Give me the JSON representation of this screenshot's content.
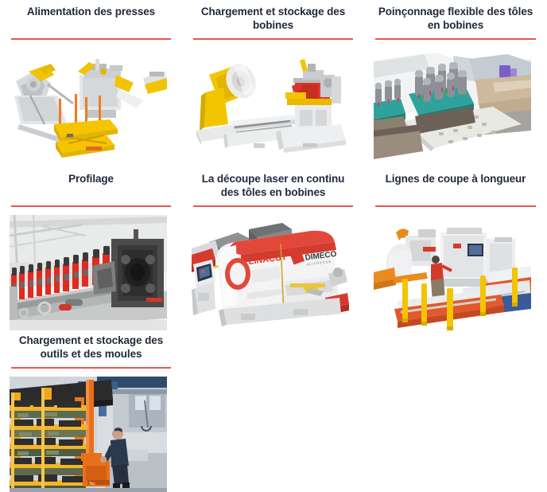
{
  "page": {
    "accent_rule_color": "#ef5350",
    "title_color": "#23293d",
    "background": "#ffffff"
  },
  "cards": [
    {
      "id": "alimentation-des-presses",
      "title": "Alimentation des presses",
      "image_alt": "Ligne d'alimentation de presse avec dérouleur et table élévatrice jaune",
      "image_name": "press-feeding-line-photo"
    },
    {
      "id": "chargement-stockage-bobines",
      "title": "Chargement et stockage des bobines",
      "image_alt": "Retourneur de bobines jaune et dérouleur motorisé",
      "image_name": "coil-loading-storage-photo"
    },
    {
      "id": "poinconnage-flexible",
      "title": "Poinçonnage flexible des tôles en bobines",
      "image_alt": "Modules de poinçonnage flexible sur tôle perforée",
      "image_name": "flexible-punching-photo"
    },
    {
      "id": "profilage",
      "title": "Profilage",
      "image_alt": "Ligne de profilage à galets avec colonnes rouges",
      "image_name": "roll-forming-photo"
    },
    {
      "id": "decoupe-laser-continu",
      "title": "La découpe laser en continu des tôles en bobines",
      "image_alt": "Machine de découpe laser LINACUT DIMECO rouge et blanche",
      "image_name": "laser-cutting-photo"
    },
    {
      "id": "lignes-coupe-longueur",
      "title": "Lignes de coupe à longueur",
      "image_alt": "Ligne de coupe à longueur avec opérateur et protections jaunes",
      "image_name": "cut-to-length-line-photo"
    },
    {
      "id": "chargement-stockage-outils",
      "title": "Chargement et stockage des outils et des moules",
      "image_alt": "Rayonnage cantilever de moules avec chariot élévateur orange",
      "image_name": "tool-die-storage-photo"
    }
  ]
}
